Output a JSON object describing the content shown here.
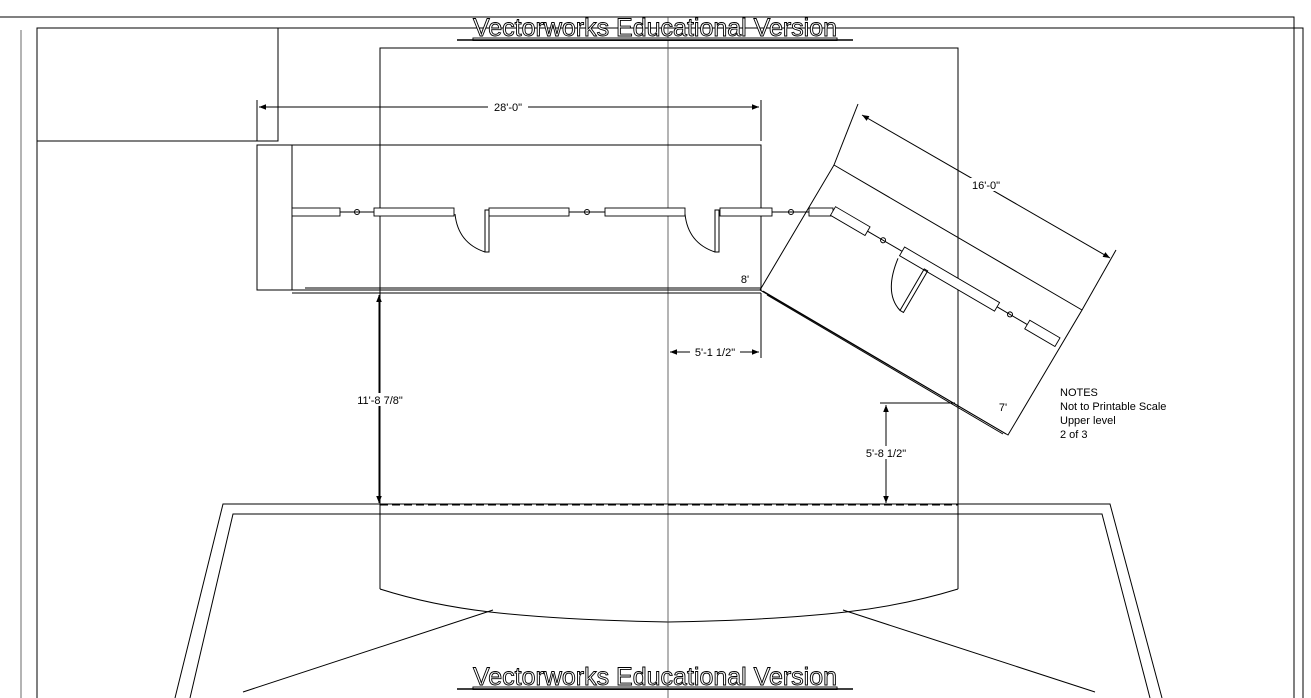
{
  "watermark": {
    "top": "Vectorworks Educational Version",
    "bottom": "Vectorworks Educational Version"
  },
  "dimensions": {
    "top_width": "28'-0\"",
    "angled_width": "16'-0\"",
    "offset_center": "5'-1 1/2\"",
    "left_height": "11'-8 7/8\"",
    "right_height": "5'-8 1/2\"",
    "label_8": "8'",
    "label_7": "7'"
  },
  "notes": {
    "heading": "NOTES",
    "line1": "Not to Printable Scale",
    "line2": "Upper level",
    "line3": "2 of 3"
  }
}
